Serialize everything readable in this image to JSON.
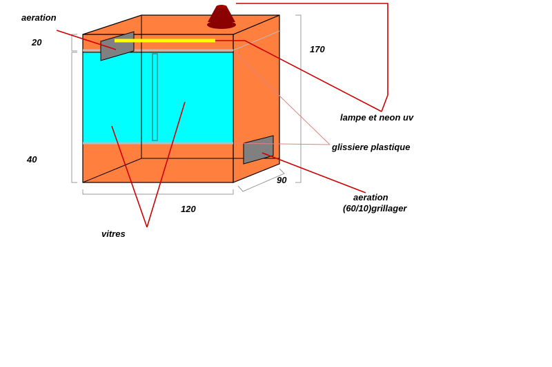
{
  "labels": {
    "aeration_top": "aeration",
    "dim_20": "20",
    "dim_170": "170",
    "lamp": "lampe et neon uv",
    "rail": "glissiere plastique",
    "dim_40": "40",
    "dim_90": "90",
    "aeration_bottom_line1": "aeration",
    "aeration_bottom_line2": "(60/10)grillager",
    "dim_120": "120",
    "glass": "vitres"
  },
  "colors": {
    "wood": "#ff7f3f",
    "glass": "#00ffff",
    "vent": "#808080",
    "lamp_tube": "#ffff00",
    "lamp_shade": "#8b0000",
    "leader": "#cc0000",
    "outline": "#000000",
    "dimension": "#999999"
  }
}
